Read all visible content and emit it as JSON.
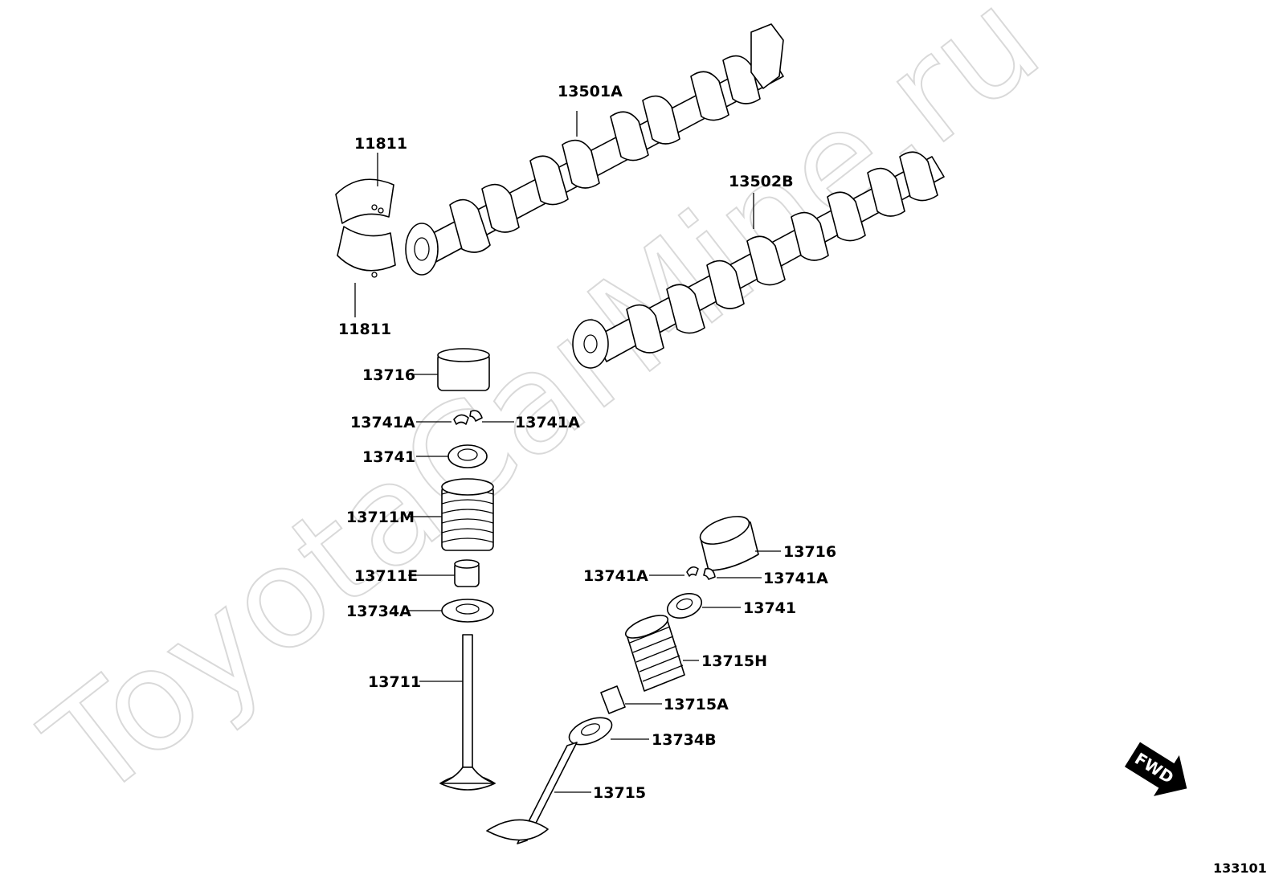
{
  "watermark": "ToyotaCarMine.ru",
  "reference_number": "133101",
  "fwd_label": "FWD",
  "callouts": [
    {
      "id": "c1",
      "text": "13501A"
    },
    {
      "id": "c2",
      "text": "11811"
    },
    {
      "id": "c3",
      "text": "11811"
    },
    {
      "id": "c4",
      "text": "13502B"
    },
    {
      "id": "c5",
      "text": "13716"
    },
    {
      "id": "c6",
      "text": "13741A"
    },
    {
      "id": "c7",
      "text": "13741A"
    },
    {
      "id": "c8",
      "text": "13741"
    },
    {
      "id": "c9",
      "text": "13711M"
    },
    {
      "id": "c10",
      "text": "13711E"
    },
    {
      "id": "c11",
      "text": "13734A"
    },
    {
      "id": "c12",
      "text": "13711"
    },
    {
      "id": "c13",
      "text": "13716"
    },
    {
      "id": "c14",
      "text": "13741A"
    },
    {
      "id": "c15",
      "text": "13741A"
    },
    {
      "id": "c16",
      "text": "13741"
    },
    {
      "id": "c17",
      "text": "13715H"
    },
    {
      "id": "c18",
      "text": "13715A"
    },
    {
      "id": "c19",
      "text": "13734B"
    },
    {
      "id": "c20",
      "text": "13715"
    }
  ]
}
